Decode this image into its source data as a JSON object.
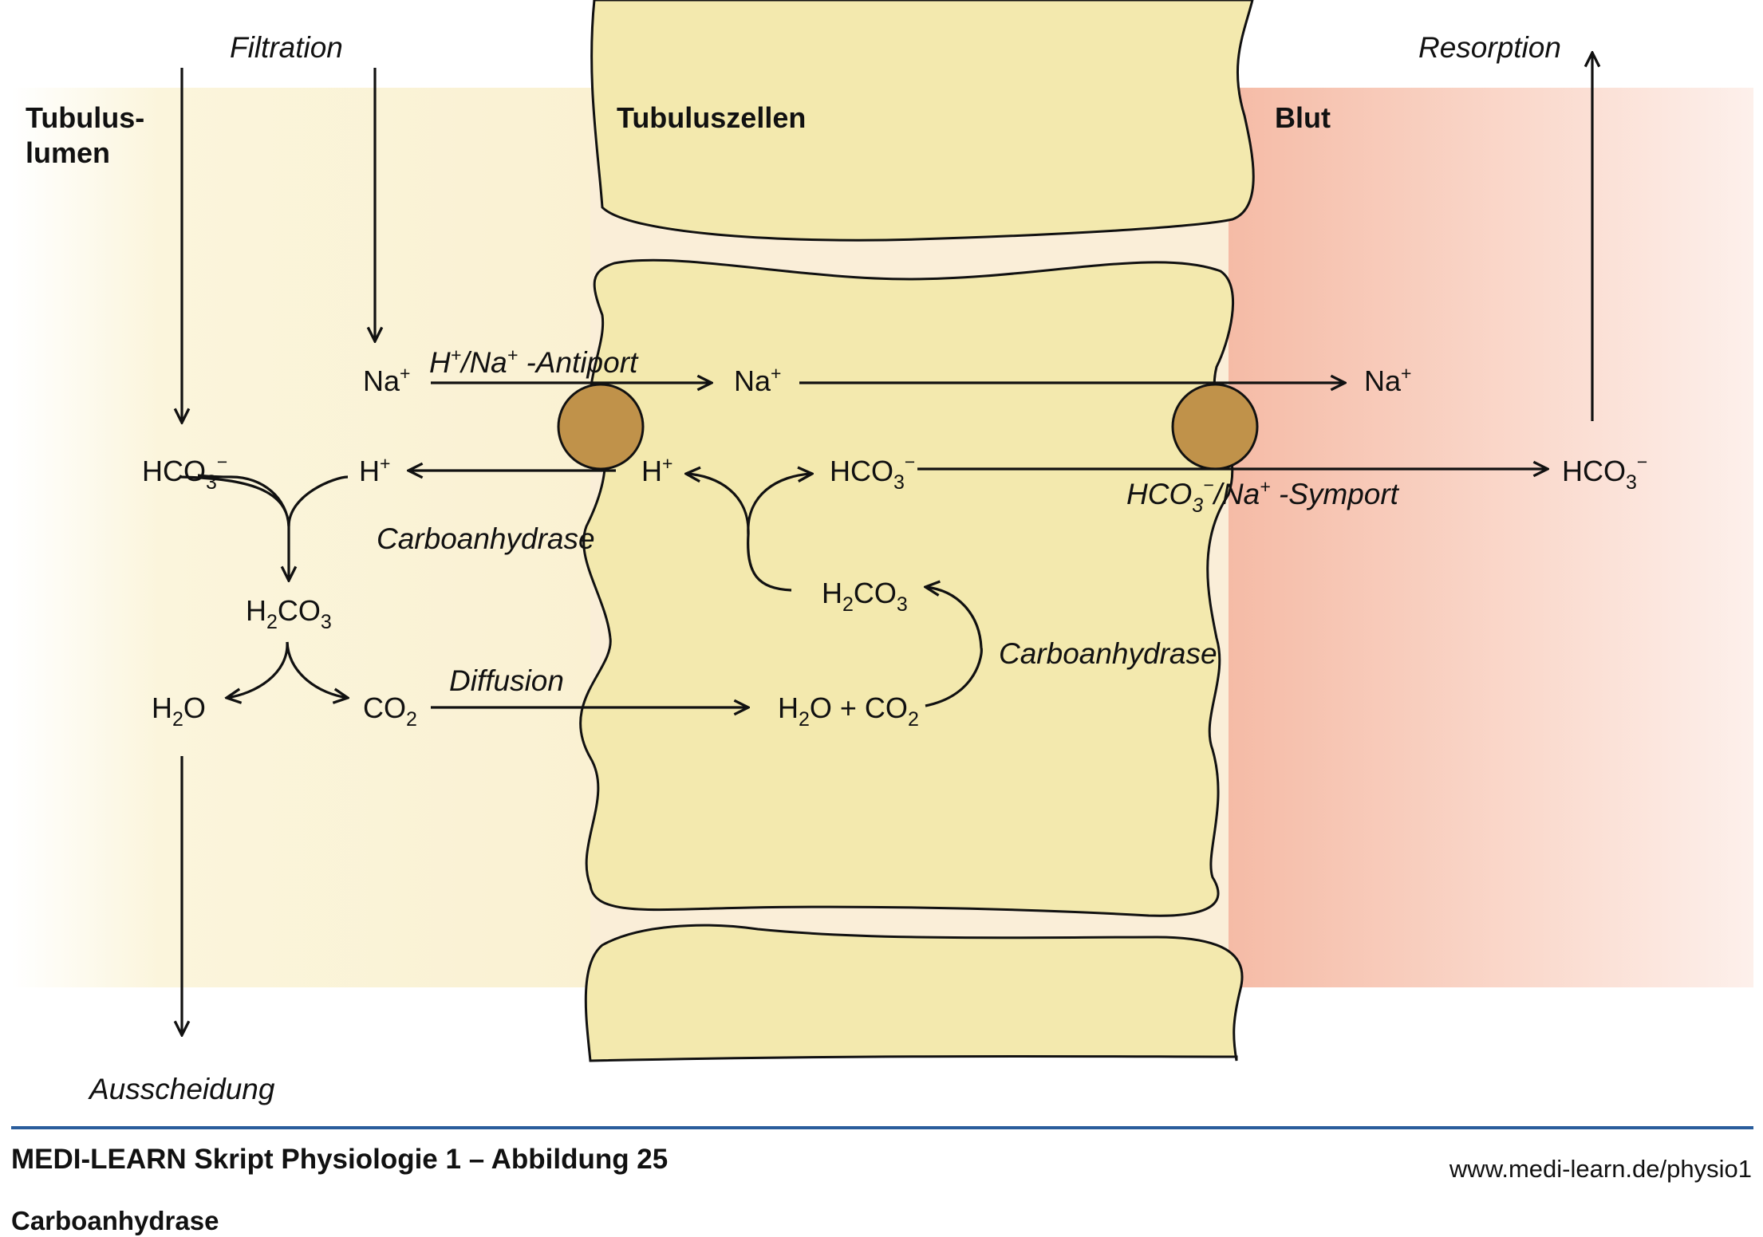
{
  "regions": {
    "lumen": "Tubulus-\nlumen",
    "cells": "Tubuluszellen",
    "blood": "Blut"
  },
  "process": {
    "filtration": "Filtration",
    "resorption": "Resorption",
    "excretion": "Ausscheidung",
    "diffusion": "Diffusion",
    "carboanhydrase_lumen": "Carboanhydrase",
    "carboanhydrase_cell": "Carboanhydrase"
  },
  "transporters": {
    "antiport": "H+/Na+ -Antiport",
    "symport": "HCO3−/Na+ -Symport"
  },
  "species": {
    "na_lumen": "Na+",
    "na_cell": "Na+",
    "na_blood": "Na+",
    "hco3_lumen": "HCO3−",
    "h_lumen": "H+",
    "h_cell": "H+",
    "hco3_cell": "HCO3−",
    "hco3_blood": "HCO3−",
    "h2co3_lumen": "H2CO3",
    "h2co3_cell": "H2CO3",
    "h2o_lumen": "H2O",
    "co2_lumen": "CO2",
    "h2o_co2_cell": "H2O + CO2"
  },
  "footer": {
    "title": "MEDI-LEARN Skript Physiologie 1 – Abbildung 25",
    "subtitle": "Carboanhydrase",
    "url": "www.medi-learn.de/physio1"
  },
  "colors": {
    "lumen_band": "#fbf6e2",
    "cell_fill": "#f3e9ae",
    "blood_band": "#f6c4b0",
    "transporter": "#c0924a",
    "footer_rule": "#2a5d9c"
  }
}
